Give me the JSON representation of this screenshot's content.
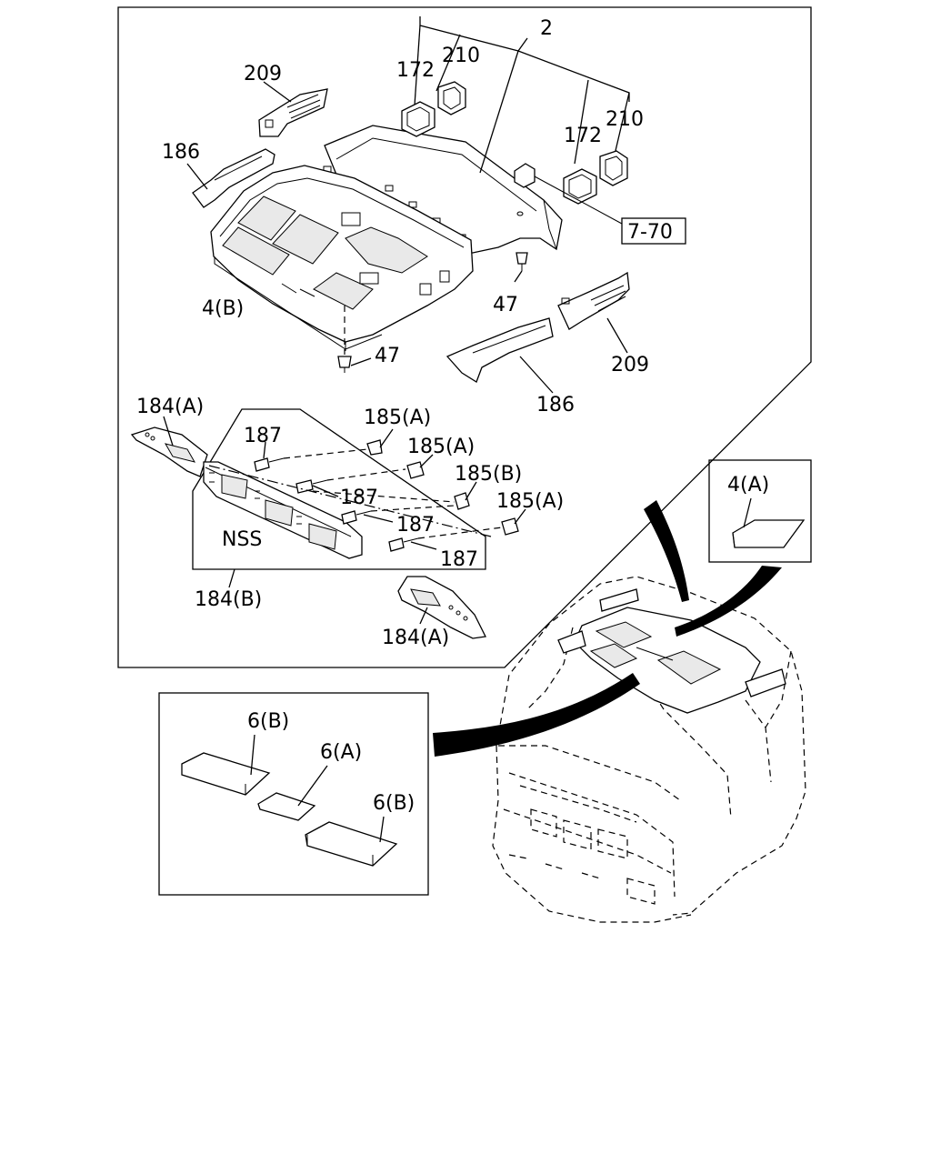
{
  "labels": {
    "assembly": "2",
    "insulator_left": "172",
    "grommet_left": "210",
    "insulator_right": "172",
    "grommet_right": "210",
    "trim_left_top": "209",
    "trim_left": "186",
    "ref": "7-70",
    "lining": "4(B)",
    "clip_center": "47",
    "clip_bottom": "47",
    "trim_right_bottom": "209",
    "trim_right": "186",
    "console_left": "184(A)",
    "screw_1": "187",
    "clip_a1": "185(A)",
    "clip_a2": "185(A)",
    "clip_b": "185(B)",
    "screw_2": "187",
    "clip_a3": "185(A)",
    "screw_3": "187",
    "nss": "NSS",
    "screw_4": "187",
    "console_b": "184(B)",
    "console_right": "184(A)",
    "pad_4a": "4(A)",
    "pad_6b_top": "6(B)",
    "pad_6a": "6(A)",
    "pad_6b_bottom": "6(B)"
  }
}
